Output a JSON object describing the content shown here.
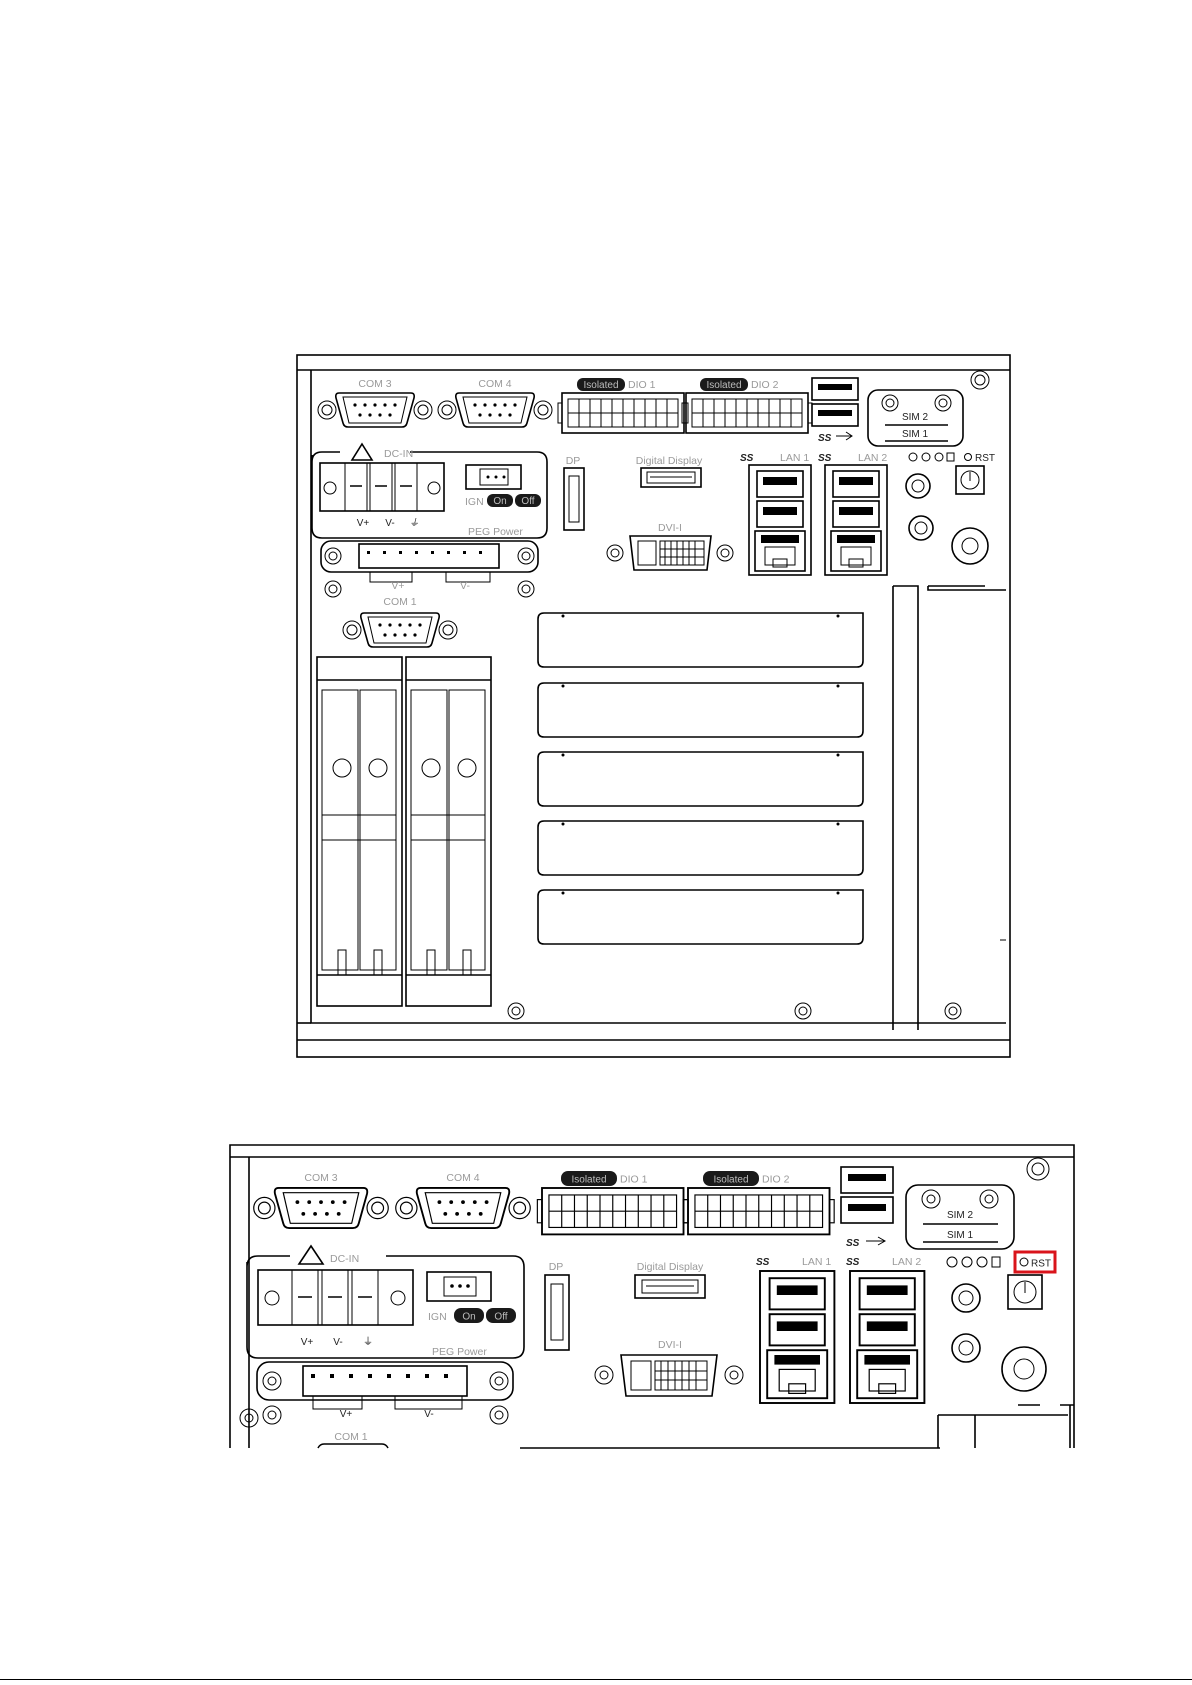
{
  "panel": {
    "com3": "COM 3",
    "com4": "COM 4",
    "com1": "COM 1",
    "dio1_prefix": "Isolated",
    "dio1_suffix": "DIO 1",
    "dio2_prefix": "Isolated",
    "dio2_suffix": "DIO 2",
    "dc_in": "DC-IN",
    "v_plus": "V+",
    "v_minus": "V-",
    "ign": "IGN",
    "ign_on": "On",
    "ign_off": "Off",
    "peg_power": "PEG Power",
    "peg_v_plus": "V+",
    "peg_v_minus": "V-",
    "dp": "DP",
    "digital_display": "Digital Display",
    "dvi": "DVI-I",
    "lan1": "LAN 1",
    "lan2": "LAN 2",
    "sim2": "SIM 2",
    "sim1": "SIM 1",
    "rst": "RST",
    "ss_mark": "SS"
  },
  "highlight": {
    "target": "RST",
    "color": "#d9141b"
  }
}
